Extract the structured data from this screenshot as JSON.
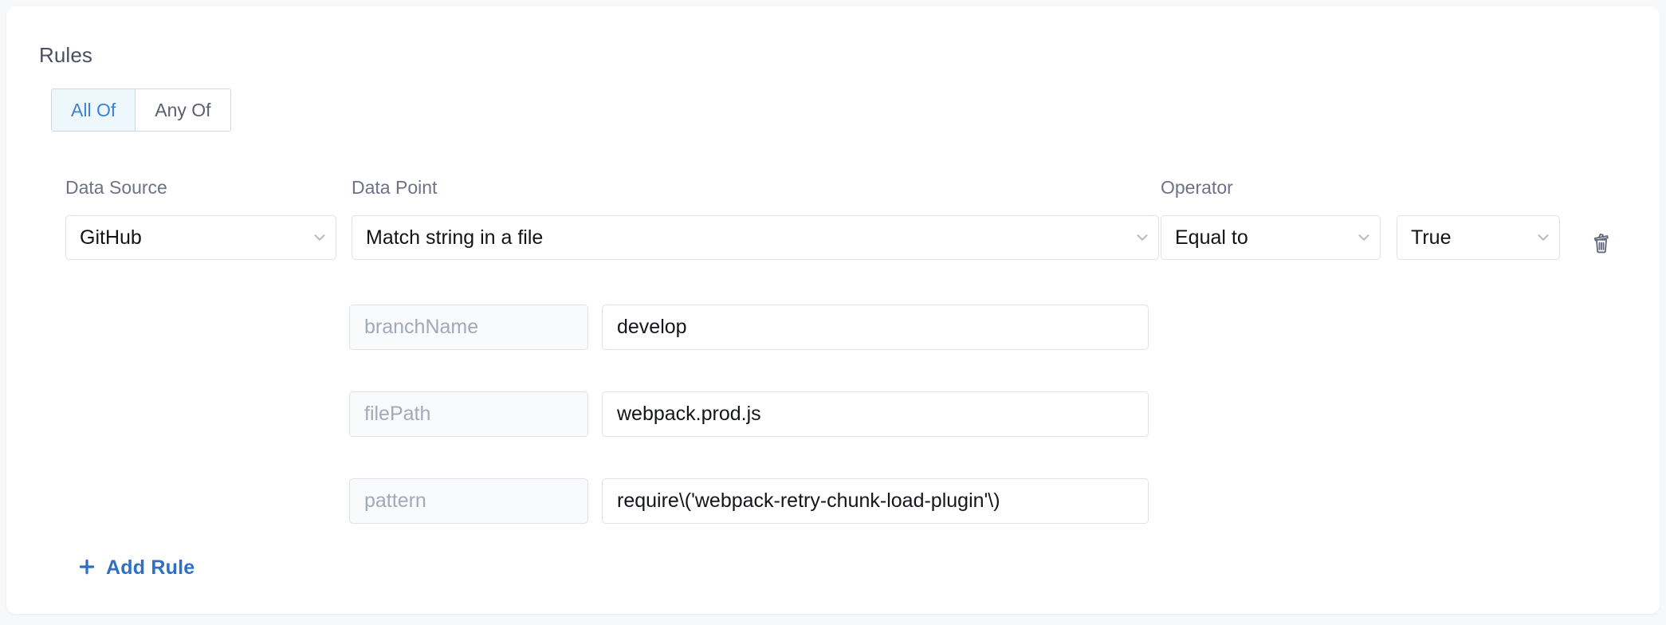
{
  "section": {
    "title": "Rules"
  },
  "match_mode": {
    "options": [
      {
        "label": "All Of",
        "selected": true
      },
      {
        "label": "Any Of",
        "selected": false
      }
    ]
  },
  "labels": {
    "data_source": "Data Source",
    "data_point": "Data Point",
    "operator": "Operator"
  },
  "rule": {
    "data_source": "GitHub",
    "data_point": "Match string in a file",
    "operator": "Equal to",
    "boolean_value": "True",
    "delete_icon": "trash-icon",
    "parameters": [
      {
        "key": "branchName",
        "value": "develop"
      },
      {
        "key": "filePath",
        "value": "webpack.prod.js"
      },
      {
        "key": "pattern",
        "value": "require\\('webpack-retry-chunk-load-plugin'\\)"
      }
    ]
  },
  "actions": {
    "add_rule": "Add Rule",
    "add_rule_icon": "plus-icon"
  },
  "colors": {
    "accent_blue": "#3b82d6",
    "link_blue": "#2f6fc4",
    "active_tab_bg": "#eef7fc",
    "label_gray": "#6e7288",
    "placeholder_gray": "#a3a8ba",
    "border_gray": "#dfe2e8",
    "page_bg": "#f7f8fa",
    "card_bg": "#ffffff"
  }
}
